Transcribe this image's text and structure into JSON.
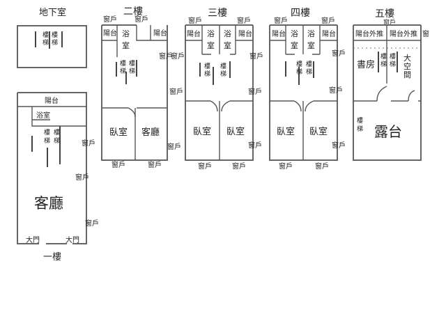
{
  "floors": {
    "basement": "地下室",
    "f1": "一樓",
    "f2": "二樓",
    "f3": "三樓",
    "f4": "四樓",
    "f5": "五樓"
  },
  "rooms": {
    "balcony": "陽台",
    "bathroom": "浴室",
    "bath_top": "浴",
    "bath_bottom": "室",
    "bedroom": "臥室",
    "living_room": "客廳",
    "study": "書房",
    "terrace": "露台",
    "big_top": "大",
    "big_mid": "空",
    "big_bottom": "間",
    "balcony_push_out": "陽台外推"
  },
  "labels": {
    "window": "窗戶",
    "window_w": "窗",
    "main_door": "大門",
    "stair_a": "樓",
    "stair_b": "梯"
  }
}
